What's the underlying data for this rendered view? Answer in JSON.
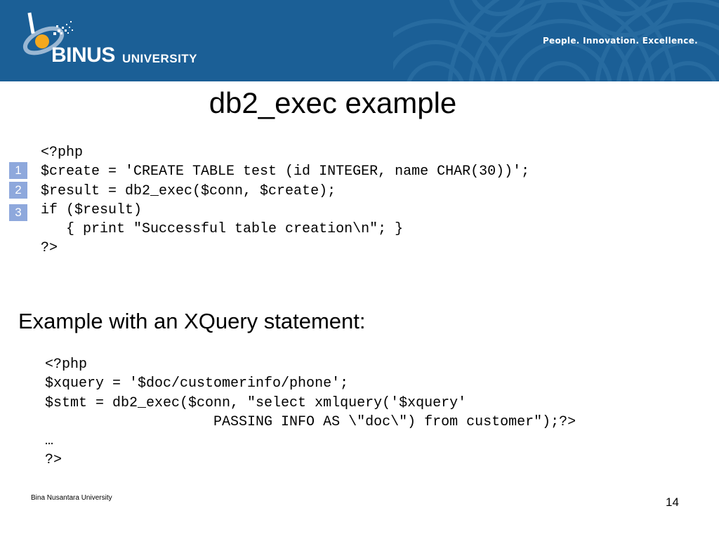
{
  "header": {
    "logo_word": "BINUS",
    "logo_word2": "UNIVERSITY",
    "tagline": "People. Innovation. Excellence.",
    "color": "#1b5f96"
  },
  "slide": {
    "title": "db2_exec example",
    "code_block_1": [
      "<?php",
      "$create = 'CREATE TABLE test (id INTEGER, name CHAR(30))';",
      "$result = db2_exec($conn, $create);",
      "if ($result)",
      "   { print \"Successful table creation\\n\"; }",
      "?>"
    ],
    "badges": [
      "1",
      "2",
      "3"
    ],
    "subheading": "Example with an XQuery statement:",
    "code_block_2": [
      "<?php",
      "$xquery = '$doc/customerinfo/phone';",
      "$stmt = db2_exec($conn, \"select xmlquery('$xquery'",
      "                    PASSING INFO AS \\\"doc\\\") from customer\");?>",
      "…",
      "?>"
    ]
  },
  "footer": {
    "institution": "Bina Nusantara University",
    "page_number": "14"
  },
  "colors": {
    "header_bg": "#1b5f96",
    "badge_bg": "#8ea8dc",
    "logo_accent": "#f4a81d"
  }
}
